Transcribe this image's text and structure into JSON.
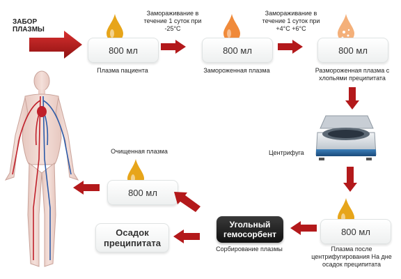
{
  "title": "ЗАБОР ПЛАЗМЫ",
  "boxes": {
    "b1": "800 мл",
    "b2": "800 мл",
    "b3": "800 мл",
    "b4": "800 мл",
    "b5": "800 мл",
    "sediment": "Осадок преципитата",
    "sorbent": "Угольный гемосорбент"
  },
  "captions": {
    "b1": "Плазма пациента",
    "b2": "Замороженная плазма",
    "b3": "Размороженная плазма с хлопьями преципитата",
    "centrifuge": "Центрифуга",
    "b4": "Плазма после центрифугирования На дне осадок преципитата",
    "sorb": "Сорбирование плазмы",
    "b5": "Очищенная плазма"
  },
  "steps": {
    "freeze": "Замораживание в течение 1 суток при -25°С",
    "thaw": "Замораживание в течение 1 суток при +4°С +6°С"
  },
  "colors": {
    "arrow": "#b3191b",
    "drop_gold": "#e7a51a",
    "drop_orange": "#f08a3a",
    "drop_light": "#f4b07a"
  }
}
